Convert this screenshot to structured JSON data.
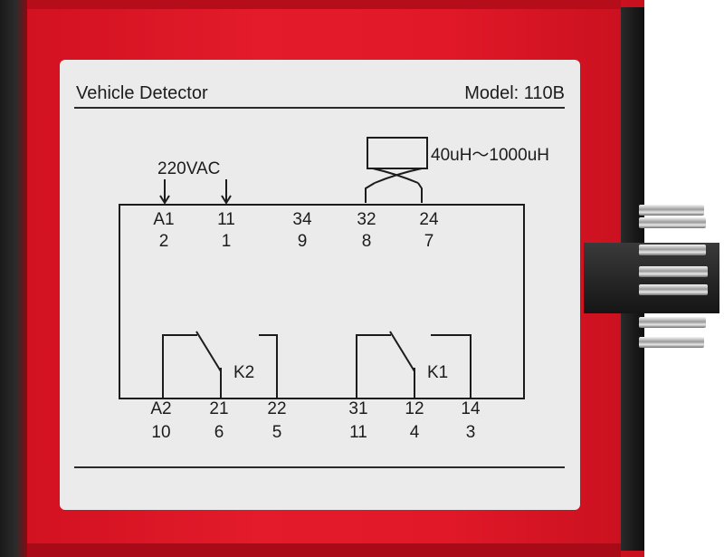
{
  "label": {
    "title_left": "Vehicle Detector",
    "title_right": "Model: 110B",
    "supply": "220VAC",
    "inductance": "40uH～1000uH",
    "relay_k2": "K2",
    "relay_k1": "K1",
    "top_terminals": [
      {
        "code": "A1",
        "pin": "2"
      },
      {
        "code": "11",
        "pin": "1"
      },
      {
        "code": "34",
        "pin": "9"
      },
      {
        "code": "32",
        "pin": "8"
      },
      {
        "code": "24",
        "pin": "7"
      }
    ],
    "bottom_terminals": [
      {
        "code": "A2",
        "pin": "10"
      },
      {
        "code": "21",
        "pin": "6"
      },
      {
        "code": "22",
        "pin": "5"
      },
      {
        "code": "31",
        "pin": "11"
      },
      {
        "code": "12",
        "pin": "4"
      },
      {
        "code": "14",
        "pin": "3"
      }
    ]
  },
  "colors": {
    "housing": "#e31b2a",
    "label": "#ebebeb",
    "ink": "#1c1c1c"
  }
}
